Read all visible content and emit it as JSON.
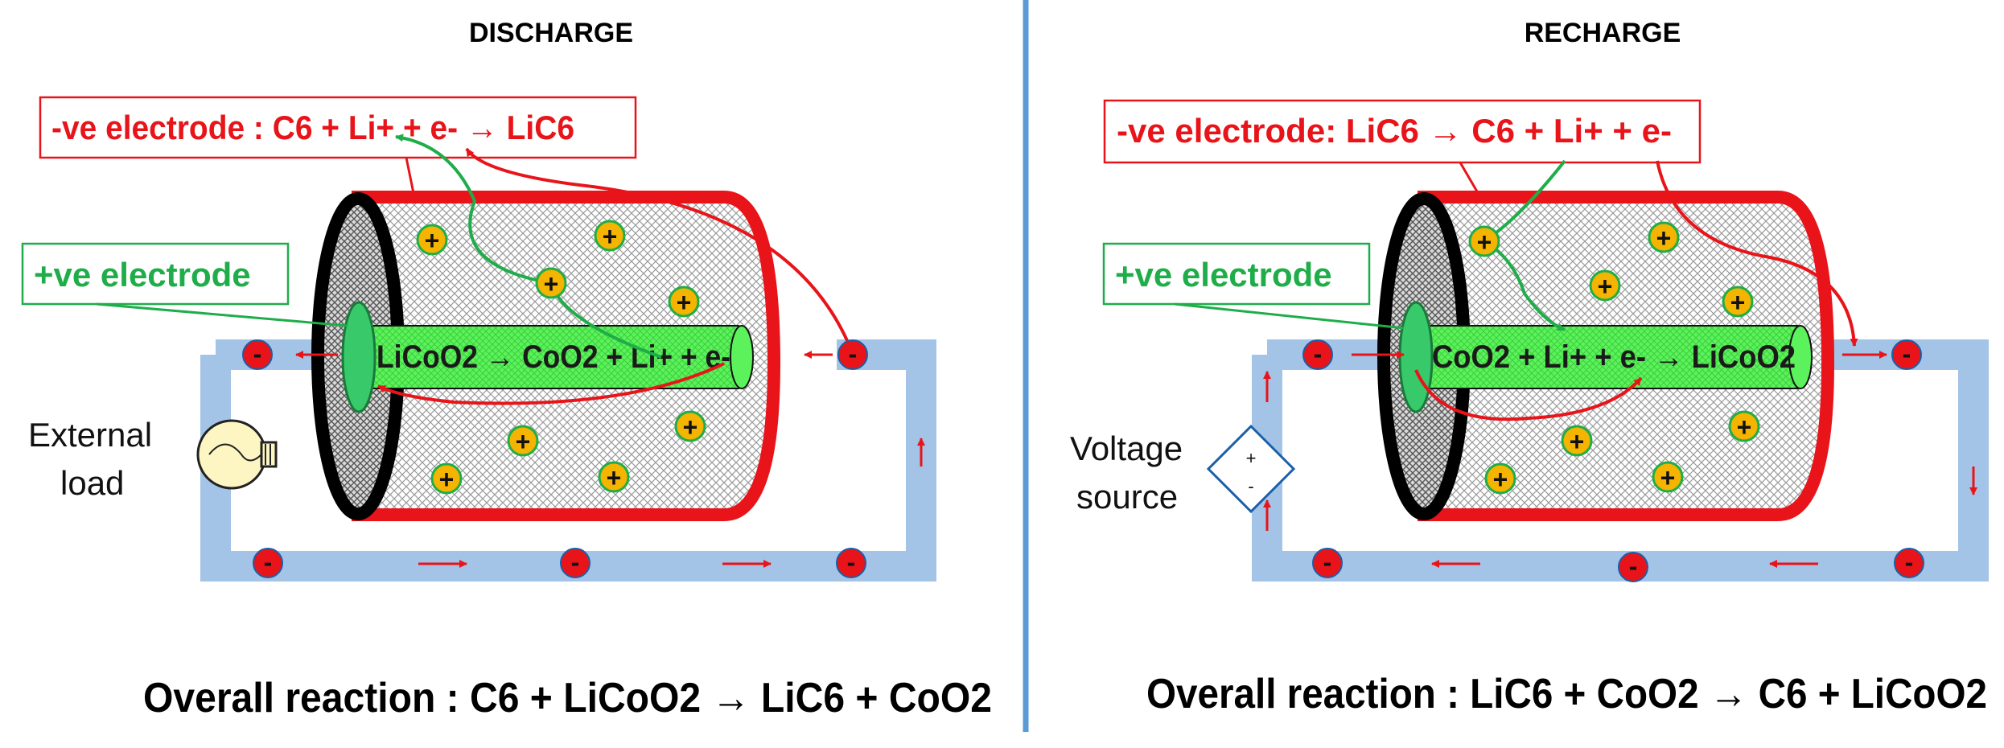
{
  "panels": [
    {
      "title": "DISCHARGE",
      "electrode_neg": "-ve electrode : C6 + Li+ + e- → LiC6",
      "electrode_pos": "+ve electrode",
      "tube_reaction": "LiCoO2 → CoO2 + Li+ + e-",
      "device": "External load",
      "overall": "Overall reaction : C6 + LiCoO2 → LiC6 + CoO2"
    },
    {
      "title": "RECHARGE",
      "electrode_neg": "-ve electrode: LiC6 → C6 + Li+ + e-",
      "electrode_pos": "+ve electrode",
      "tube_reaction": "CoO2 + Li+ + e- → LiCoO2",
      "device": "Voltage source",
      "overall": "Overall reaction : LiC6 + CoO2 → C6 + LiCoO2"
    }
  ],
  "symbols": {
    "li_ion": "Li+",
    "electron": "e-",
    "plus": "+",
    "minus": "-"
  },
  "colors": {
    "red": "#e8141a",
    "green": "#1fad4a",
    "circuit": "#a3c4e6",
    "divider": "#5b9bd5",
    "ion_fill": "#f4b400"
  }
}
